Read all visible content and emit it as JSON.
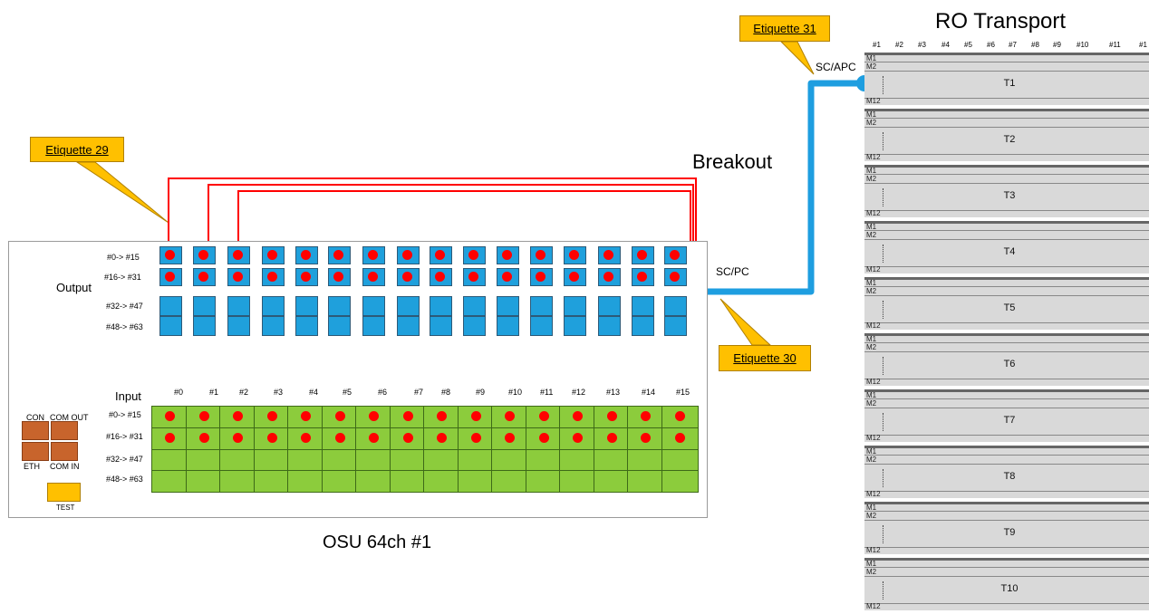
{
  "colors": {
    "output_port": "#1fa0dc",
    "input_port": "#8ccc3c",
    "fiber": "#1e9ee0",
    "jumper": "#ff0000",
    "callout": "#ffc000",
    "control": "#c8642c",
    "test": "#ffc000"
  },
  "callouts": {
    "c29": "Etiquette 29",
    "c30": "Etiquette 30",
    "c31": "Etiquette 31"
  },
  "labels": {
    "breakout": "Breakout",
    "sc_pc": "SC/PC",
    "sc_apc": "SC/APC",
    "osu_title": "OSU 64ch #1",
    "transport_title": "RO Transport"
  },
  "osu": {
    "output_label": "Output",
    "input_label": "Input",
    "output_rows": [
      "#0-> #15",
      "#16-> #31",
      "#32-> #47",
      "#48-> #63"
    ],
    "input_rows": [
      "#0-> #15",
      "#16-> #31",
      "#32-> #47",
      "#48-> #63"
    ],
    "input_cols": [
      "#0",
      "#1",
      "#2",
      "#3",
      "#4",
      "#5",
      "#6",
      "#7",
      "#8",
      "#9",
      "#10",
      "#11",
      "#12",
      "#13",
      "#14",
      "#15"
    ],
    "controls": {
      "con": "CON",
      "com_out": "COM OUT",
      "eth": "ETH",
      "com_in": "COM IN",
      "test": "TEST"
    }
  },
  "transport": {
    "cols": [
      "#1",
      "#2",
      "#3",
      "#4",
      "#5",
      "#6",
      "#7",
      "#8",
      "#9",
      "#10",
      "#11",
      "#1"
    ],
    "m_top": "M1",
    "m_second": "M2",
    "m_bottom": "M12",
    "trays": [
      "T1",
      "T2",
      "T3",
      "T4",
      "T5",
      "T6",
      "T7",
      "T8",
      "T9",
      "T10"
    ]
  }
}
